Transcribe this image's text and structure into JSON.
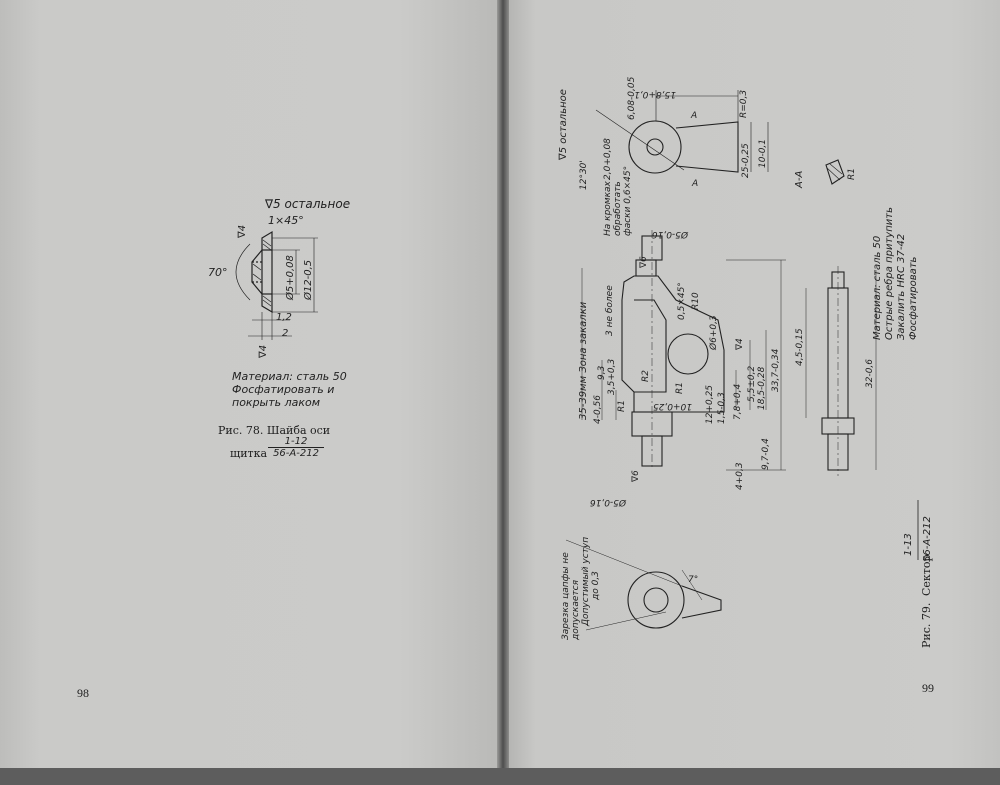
{
  "left_page": {
    "page_number": "98",
    "drawing": {
      "surface_note": "∇5 остальное",
      "chamfer": "1×45°",
      "finish_mark": "∇4",
      "angle": "70°",
      "inner_diameter": "Ø5+0,08",
      "outer_diameter": "Ø12-0,5",
      "dim_1": "1,2",
      "dim_2": "2",
      "finish_mark_bottom": "∇4"
    },
    "material_note": [
      "Материал: сталь 50",
      "Фосфатировать и",
      "покрыть лаком"
    ],
    "figure": {
      "label": "Рис. 78.",
      "title": "Шайба оси",
      "line2": "щитка",
      "frac_top": "1-12",
      "frac_bottom": "56-А-212"
    }
  },
  "right_page": {
    "page_number": "99",
    "drawing": {
      "surface_note": "∇5 остальное",
      "lever_dims": [
        "15,8+0,1",
        "6,08-0,05",
        "R=0,3",
        "25-0,25",
        "10-0,1",
        "2,0+0,08",
        "12°30'"
      ],
      "section_mark": "А",
      "section_label": "А-А",
      "section_radius": "R1",
      "edge_note": [
        "На кромках",
        "обработать",
        "фаски 0,6×45°"
      ],
      "main_dims": [
        "Ø5-0,16",
        "∇6",
        "0,5×45°",
        "R10",
        "3 не более",
        "35-39мм Зона закалки",
        "4-0,56",
        "9,3",
        "3,5+0,3",
        "R1",
        "R2",
        "R1",
        "Ø6+0,3",
        "7,8+0,4",
        "5,5±0,2",
        "18,5-0,28",
        "33,7-0,34",
        "9,7-0,4",
        "4+0,3",
        "10+0,25",
        "12+0,25",
        "1,5-0,3",
        "∇4",
        "∇6",
        "Ø5-0,16"
      ],
      "pin_dims": [
        "4,5-0,15",
        "32-0,6"
      ],
      "bottom_note": [
        "Зарезка цапфы не",
        "допускается",
        "Допустимый уступ",
        "до 0,3"
      ],
      "bottom_angle": "7°"
    },
    "material_note": [
      "Материал: сталь 50",
      "Острые ребра притупить",
      "Закалить HRC 37-42",
      "Фосфатировать"
    ],
    "figure": {
      "label": "Рис. 79.",
      "title": "Сектор",
      "frac_top": "1-13",
      "frac_bottom": "56-А-212"
    }
  },
  "colors": {
    "paper": "#cbcbc9",
    "ink": "#222222",
    "gutter": "#4e4e4e"
  }
}
